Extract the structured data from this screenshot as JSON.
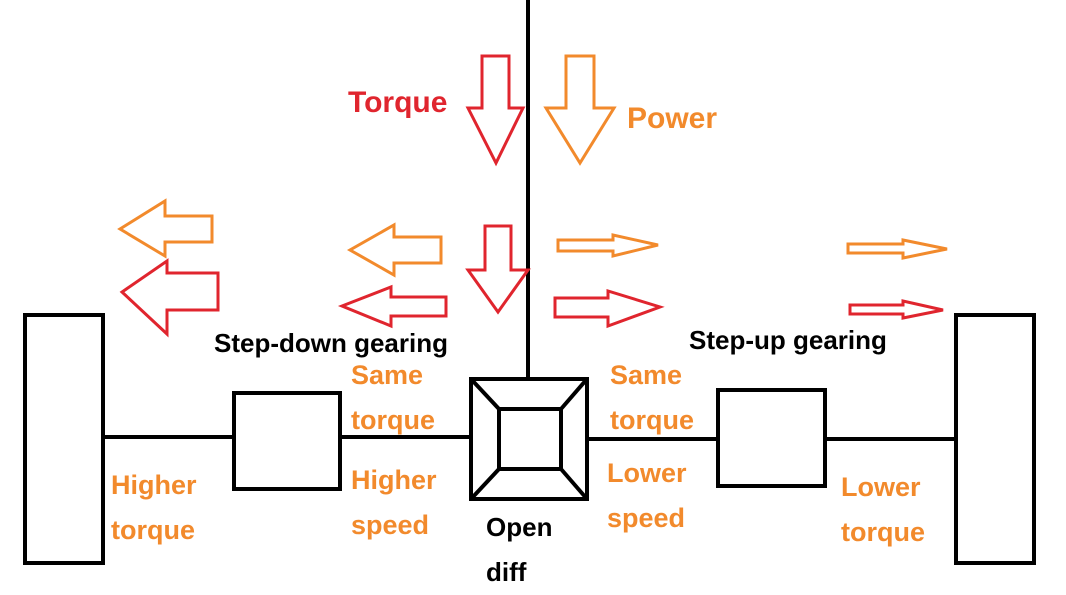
{
  "colors": {
    "torque": "#e0252e",
    "power": "#f28a2c",
    "line": "#000000",
    "label_orange": "#f28a2c",
    "label_black": "#000000"
  },
  "legend": {
    "torque": "Torque",
    "power": "Power"
  },
  "sections": {
    "left_gearing": "Step-down gearing",
    "right_gearing": "Step-up gearing"
  },
  "diff": {
    "line1": "Open",
    "line2": "diff"
  },
  "labels": {
    "left_inner_top_1": "Same",
    "left_inner_top_2": "torque",
    "left_inner_bottom_1": "Higher",
    "left_inner_bottom_2": "speed",
    "left_outer_1": "Higher",
    "left_outer_2": "torque",
    "right_inner_top_1": "Same",
    "right_inner_top_2": "torque",
    "right_inner_bottom_1": "Lower",
    "right_inner_bottom_2": "speed",
    "right_outer_1": "Lower",
    "right_outer_2": "torque"
  }
}
